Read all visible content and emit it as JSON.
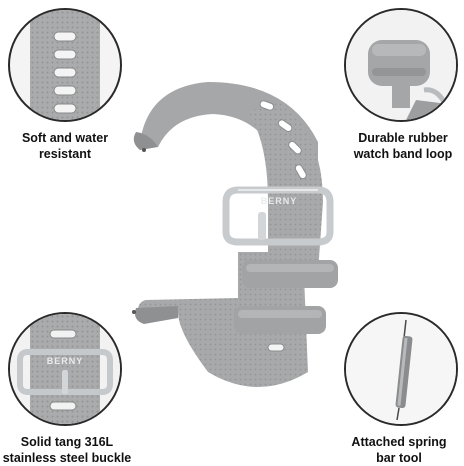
{
  "features": {
    "top_left": {
      "line1": "Soft and water",
      "line2": "resistant"
    },
    "top_right": {
      "line1": "Durable rubber",
      "line2": "watch band loop"
    },
    "bottom_left": {
      "line1": "Solid tang 316L",
      "line2": "stainless steel buckle"
    },
    "bottom_right": {
      "line1": "Attached spring",
      "line2": "bar tool"
    }
  },
  "buckle_engraving": "BERNY",
  "colors": {
    "band": "#a7a9aa",
    "band_shadow": "#8d8f90",
    "metal": "#c9ccce",
    "outline": "#2a2a2a"
  }
}
